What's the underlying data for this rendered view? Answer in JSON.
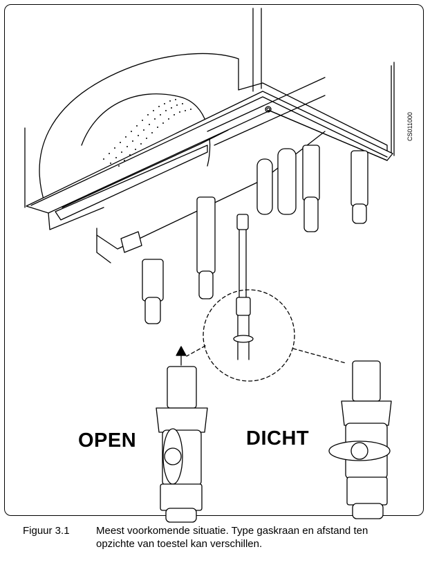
{
  "figure": {
    "label_open": "OPEN",
    "label_closed": "DICHT",
    "drawing_code": "CS011000"
  },
  "caption": {
    "number": "Figuur 3.1",
    "text": "Meest voorkomende situatie. Type gaskraan en afstand ten opzichte van toestel kan verschillen."
  },
  "colors": {
    "line": "#000000",
    "background": "#ffffff"
  }
}
